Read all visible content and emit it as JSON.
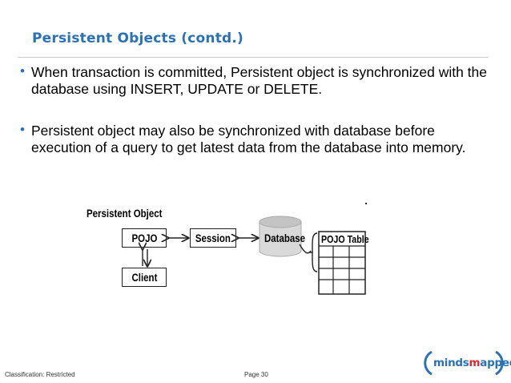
{
  "slide": {
    "title": "Persistent Objects (contd.)",
    "bullets": [
      "When transaction is committed, Persistent object is synchronized with the database using INSERT, UPDATE or DELETE.",
      "Persistent object may also be synchronized with database before execution of a query to get latest data from the database into memory."
    ]
  },
  "diagram": {
    "heading": "Persistent Object",
    "pojo": "POJO",
    "session": "Session",
    "database": "Database",
    "client": "Client",
    "pojo_table": "POJO Table"
  },
  "footer": {
    "classification": "Classification: Restricted",
    "page": "Page 30"
  },
  "logo": {
    "part1": "minds",
    "part2": "m",
    "part3": "apped"
  },
  "colors": {
    "title": "#2a72b4",
    "logo_blue": "#2a72b4",
    "logo_red": "#e2262b"
  }
}
